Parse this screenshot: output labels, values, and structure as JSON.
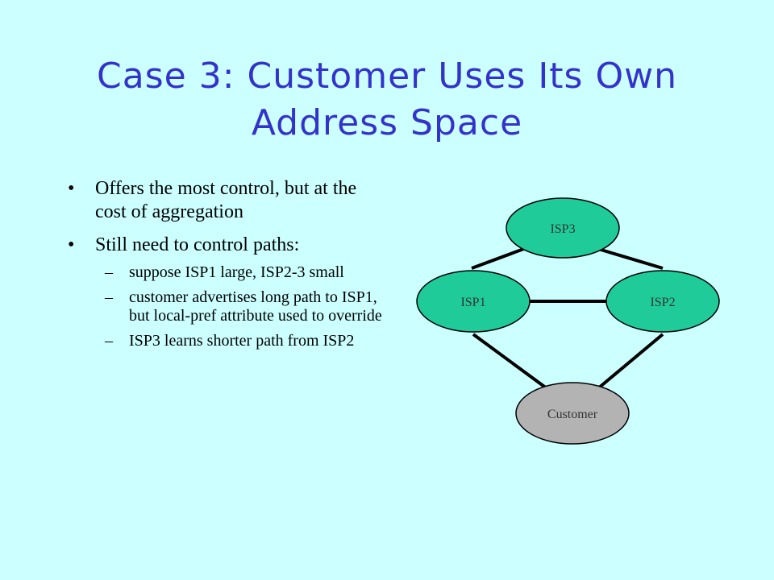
{
  "slide": {
    "title": "Case 3: Customer Uses Its Own Address Space",
    "bullets": [
      {
        "marker": "•",
        "text": "Offers the most control, but at the cost of aggregation"
      },
      {
        "marker": "•",
        "text": "Still need to control paths:"
      }
    ],
    "subbullets": [
      {
        "marker": "–",
        "text": "suppose ISP1 large, ISP2-3 small"
      },
      {
        "marker": "–",
        "text": "customer advertises long path to ISP1, but local-pref attribute used to override"
      },
      {
        "marker": "–",
        "text": "ISP3 learns shorter path from ISP2"
      }
    ]
  },
  "diagram": {
    "nodes": {
      "isp3": "ISP3",
      "isp1": "ISP1",
      "isp2": "ISP2",
      "customer": "Customer"
    },
    "colors": {
      "isp_fill": "#1fcc99",
      "customer_fill": "#b3b3b3",
      "stroke": "#000000"
    }
  }
}
